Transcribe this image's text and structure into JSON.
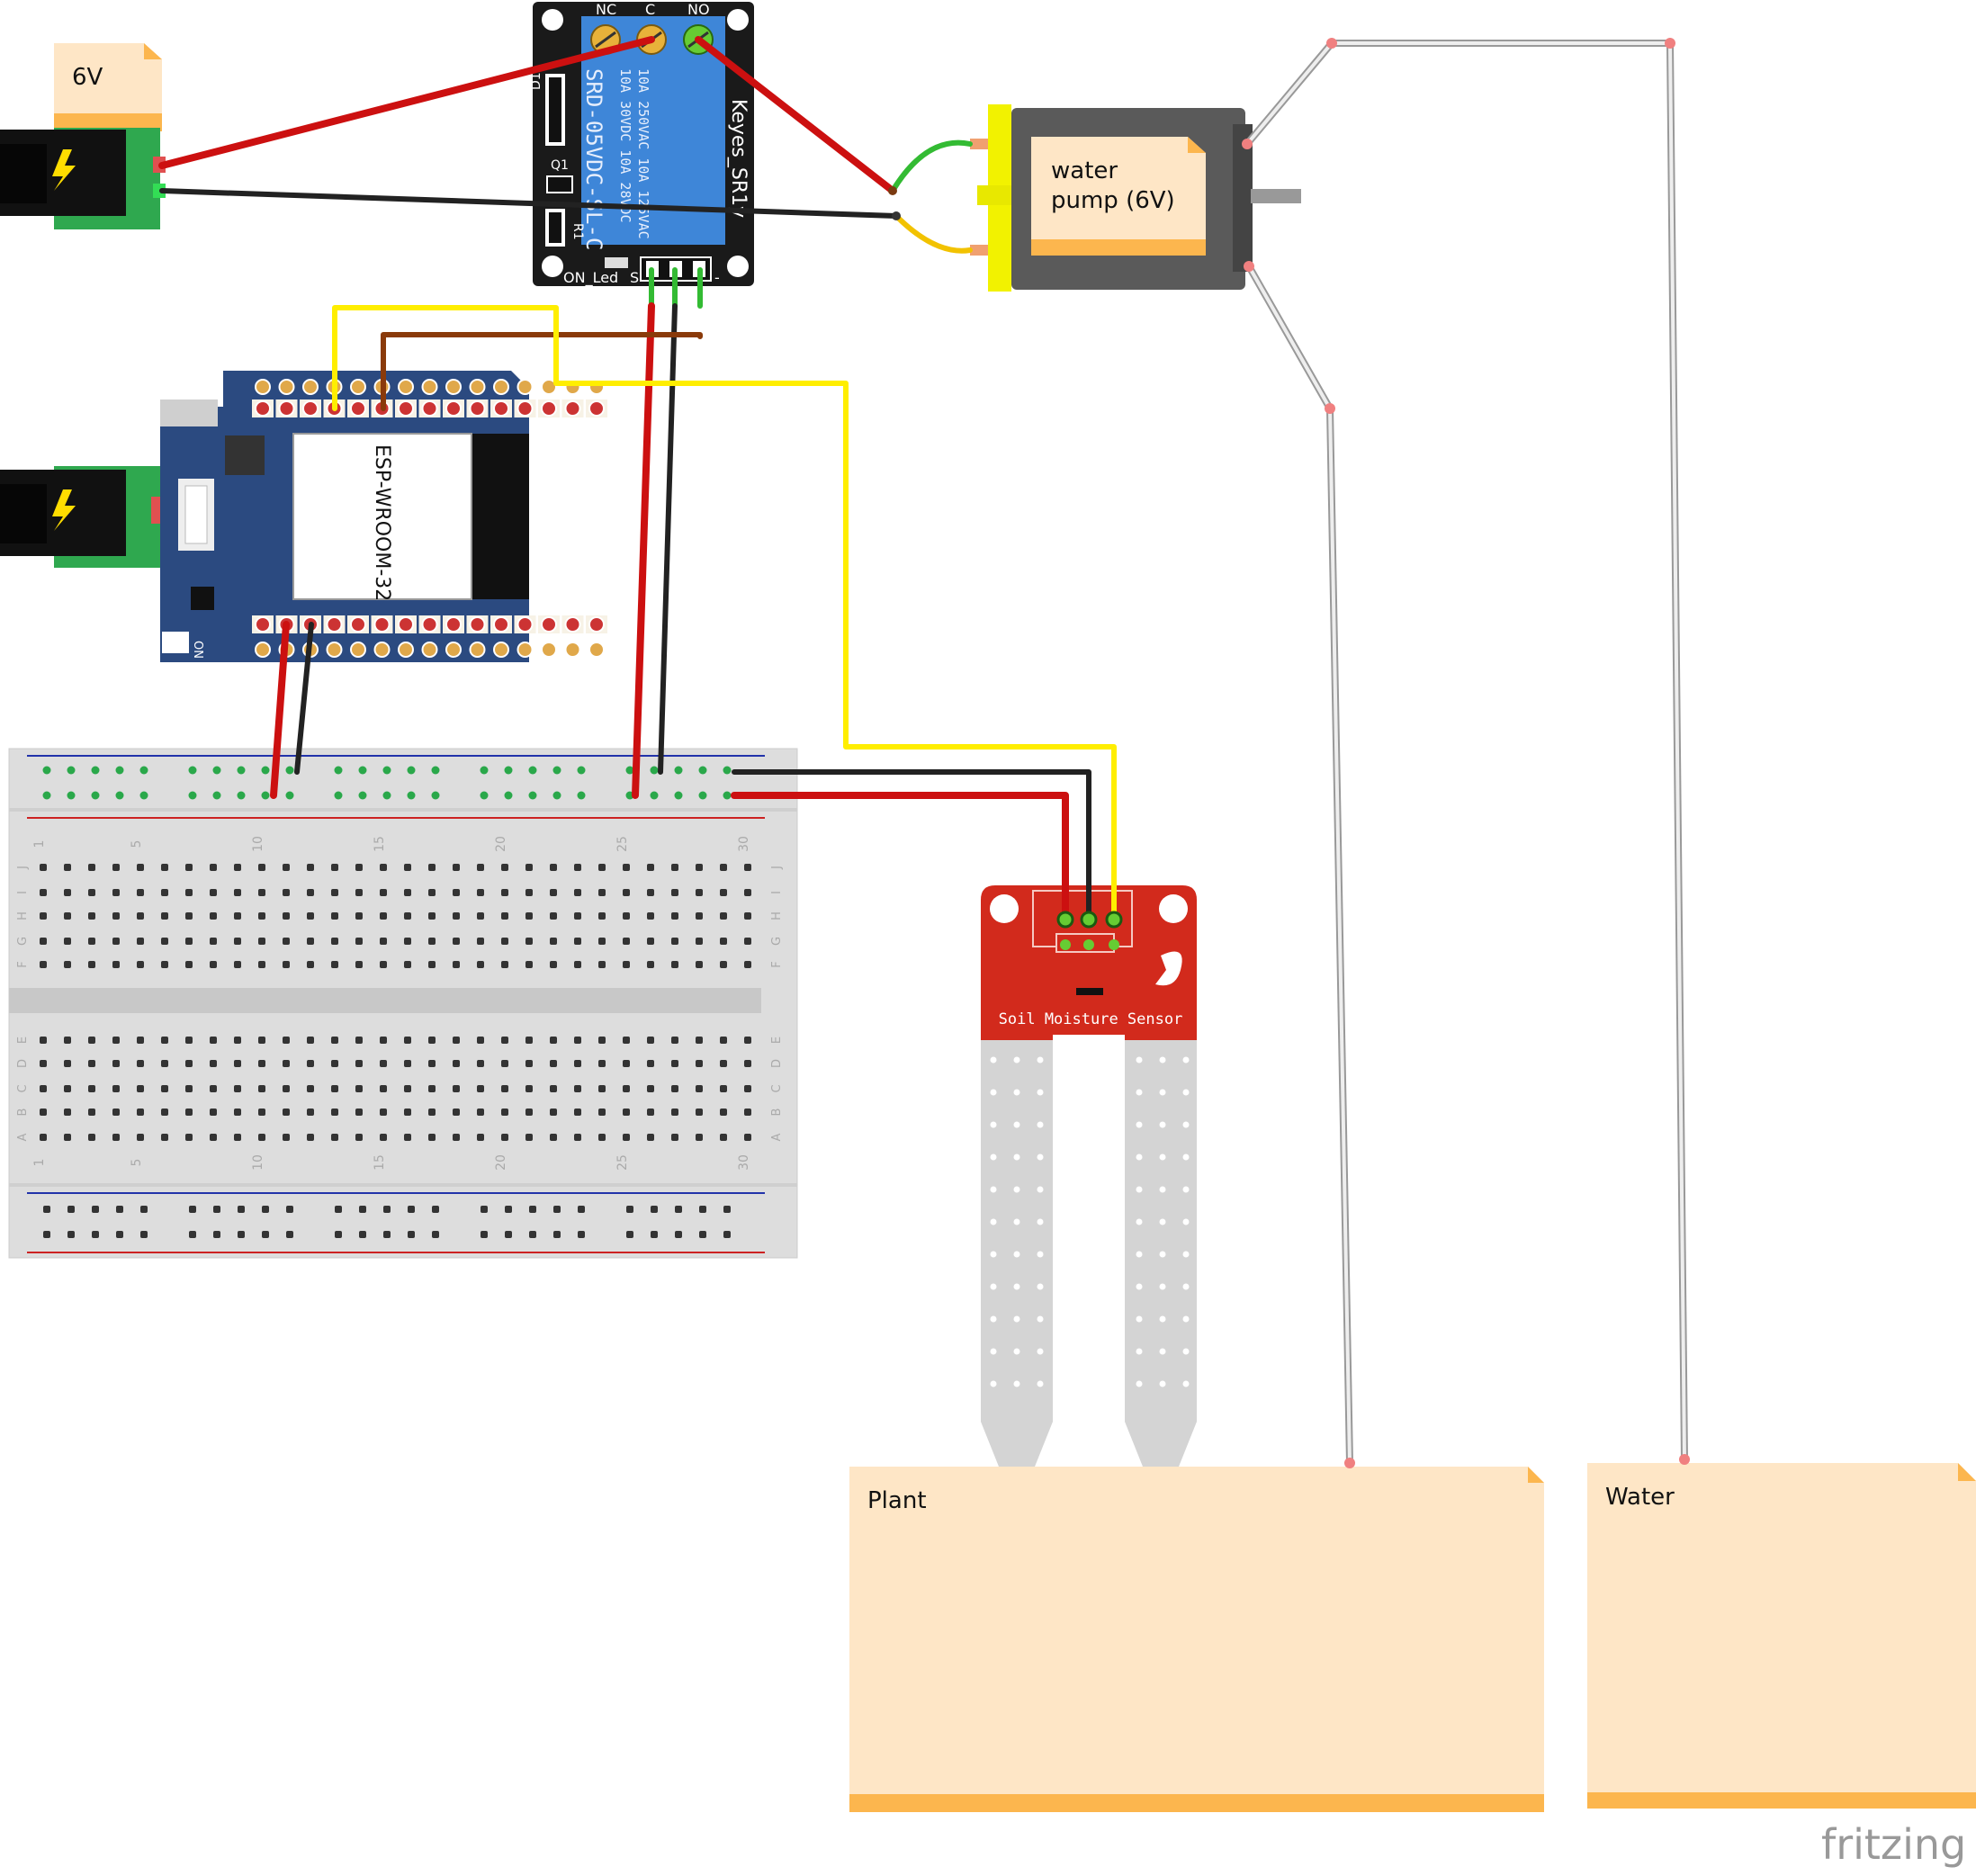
{
  "notes": {
    "battery": "6V",
    "pump": "water\npump (6V)",
    "plant": "Plant",
    "water": "Water"
  },
  "relay": {
    "terminals": [
      "NC",
      "C",
      "NO"
    ],
    "chip_text": "SRD-05VDC-SL-C",
    "rating_lines": [
      "10A 250VAC  10A 125VAC",
      "10A 30VDC  10A 28VDC"
    ],
    "brand": "Keyes_SR1y",
    "d1": "D1",
    "q1": "Q1",
    "r1": "R1",
    "led_label": "ON_Led",
    "signal_label": "S",
    "minus_label": "-"
  },
  "esp32": {
    "module_label": "ESP-WROOM-32",
    "on_label": "ON"
  },
  "sensor": {
    "label": "Soil Moisture Sensor"
  },
  "breadboard": {
    "col_labels": [
      "1",
      "5",
      "10",
      "15",
      "20",
      "25",
      "30"
    ],
    "rows_top": [
      "J",
      "I",
      "H",
      "G",
      "F"
    ],
    "rows_bottom": [
      "E",
      "D",
      "C",
      "B",
      "A"
    ]
  },
  "logo": "fritzing",
  "colors": {
    "red_wire": "#cc1010",
    "black_wire": "#222222",
    "yellow_wire": "#ffee00",
    "brown_wire": "#8a3a0a",
    "green_wire": "#33bb33",
    "tube": "#bbbbbb",
    "note_fill": "#fee6c6",
    "note_bar": "#fcb64e",
    "relay_blue": "#3e86d8",
    "esp_blue": "#2b4a80",
    "sensor_red": "#d22a1c",
    "pump_yellow": "#f2f200"
  }
}
